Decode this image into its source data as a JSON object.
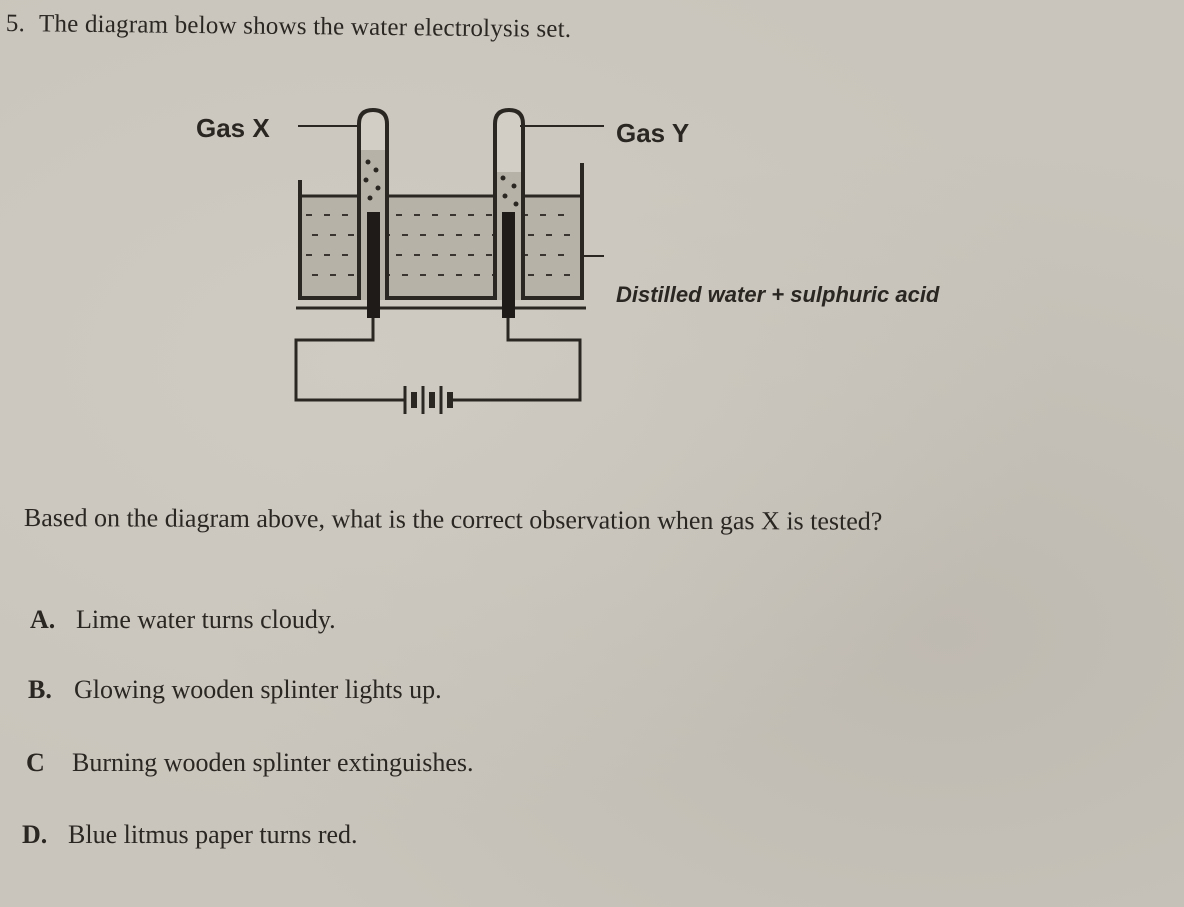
{
  "question": {
    "number": "5.",
    "intro": "The diagram below shows the water electrolysis set.",
    "prompt": "Based on the diagram above, what is the correct observation when gas X is tested?"
  },
  "diagram": {
    "label_gas_x": "Gas X",
    "label_gas_y": "Gas Y",
    "label_solution": "Distilled water + sulphuric acid"
  },
  "options": [
    {
      "letter": "A.",
      "text": "Lime water turns cloudy."
    },
    {
      "letter": "B.",
      "text": "Glowing wooden splinter lights up."
    },
    {
      "letter": "C",
      "text": "Burning wooden splinter extinguishes."
    },
    {
      "letter": "D.",
      "text": "Blue litmus paper turns red."
    }
  ]
}
